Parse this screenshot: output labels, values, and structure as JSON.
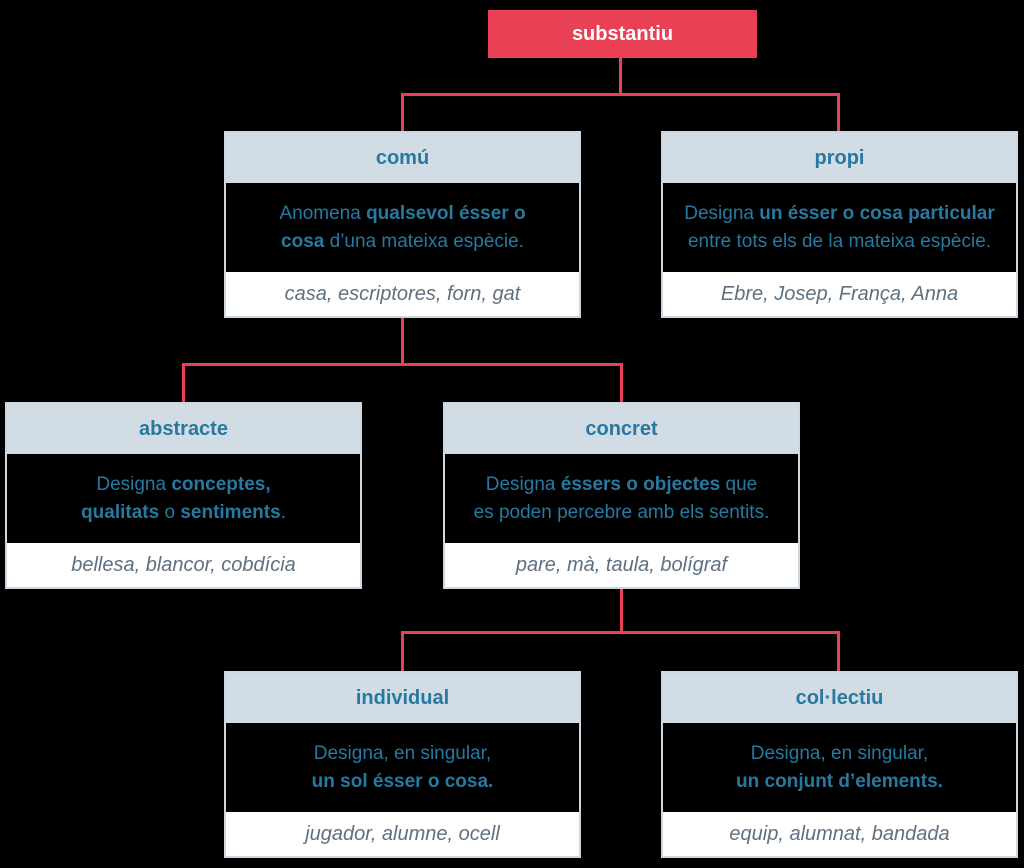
{
  "colors": {
    "page_bg": "#000000",
    "accent_red": "#e94055",
    "connector_red": "#e94055",
    "header_bg": "#d2dce4",
    "teal_text": "#2779a0",
    "example_text": "#5e7082",
    "box_border": "#ccd7e2",
    "box_bg": "#ffffff",
    "desc_bg": "#000000",
    "root_label_color": "#ffffff"
  },
  "root": {
    "label": "substantiu"
  },
  "nodes": {
    "comu": {
      "title": "comú",
      "description_lines": [
        [
          {
            "t": "Anomena ",
            "b": 0
          },
          {
            "t": "qualsevol ésser o",
            "b": 1
          }
        ],
        [
          {
            "t": "cosa",
            "b": 1
          },
          {
            "t": " d’una mateixa espècie.",
            "b": 0
          }
        ]
      ],
      "examples": "casa, escriptores, forn, gat"
    },
    "propi": {
      "title": "propi",
      "description_lines": [
        [
          {
            "t": "Designa ",
            "b": 0
          },
          {
            "t": "un ésser o cosa particular",
            "b": 1
          }
        ],
        [
          {
            "t": "entre tots els de la mateixa espècie.",
            "b": 0
          }
        ]
      ],
      "examples": "Ebre, Josep, França, Anna"
    },
    "abstracte": {
      "title": "abstracte",
      "description_lines": [
        [
          {
            "t": "Designa ",
            "b": 0
          },
          {
            "t": "conceptes,",
            "b": 1
          }
        ],
        [
          {
            "t": "qualitats",
            "b": 1
          },
          {
            "t": " o ",
            "b": 0
          },
          {
            "t": "sentiments",
            "b": 1
          },
          {
            "t": ".",
            "b": 0
          }
        ]
      ],
      "examples": "bellesa, blancor, cobdícia"
    },
    "concret": {
      "title": "concret",
      "description_lines": [
        [
          {
            "t": "Designa ",
            "b": 0
          },
          {
            "t": "éssers o objectes",
            "b": 1
          },
          {
            "t": " que",
            "b": 0
          }
        ],
        [
          {
            "t": "es poden percebre amb els sentits.",
            "b": 0
          }
        ]
      ],
      "examples": "pare, mà, taula, bolígraf"
    },
    "individual": {
      "title": "individual",
      "description_lines": [
        [
          {
            "t": "Designa, en singular,",
            "b": 0
          }
        ],
        [
          {
            "t": "un sol ésser o cosa.",
            "b": 1
          }
        ]
      ],
      "examples": "jugador, alumne, ocell"
    },
    "collectiu": {
      "title": "col·lectiu",
      "description_lines": [
        [
          {
            "t": "Designa, en singular,",
            "b": 0
          }
        ],
        [
          {
            "t": "un conjunt d’elements.",
            "b": 1
          }
        ]
      ],
      "examples": "equip, alumnat, bandada"
    }
  }
}
